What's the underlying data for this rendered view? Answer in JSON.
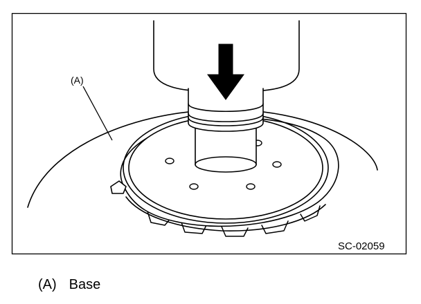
{
  "figure": {
    "code": "SC-02059",
    "callout_label": "(A)"
  },
  "legend": {
    "items": [
      {
        "key": "(A)",
        "text": "Base"
      }
    ]
  },
  "colors": {
    "ink": "#000000",
    "paper": "#ffffff"
  }
}
